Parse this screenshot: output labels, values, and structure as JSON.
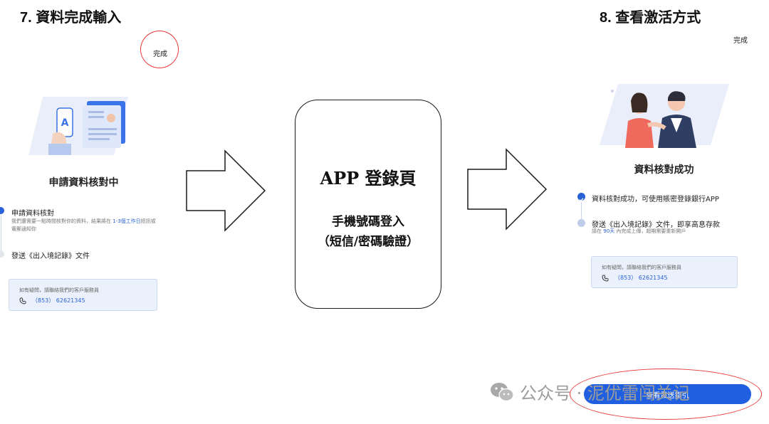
{
  "step7": {
    "title": "7. 資料完成輸入",
    "done_label": "完成",
    "status_title": "申請資料核對中",
    "timeline": [
      {
        "label": "申請資料核對",
        "desc_prefix": "我們還需要一點時間核對你的資料，結果將在 ",
        "desc_highlight": "1-3個工作日",
        "desc_suffix": "短訊或電郵通知你"
      },
      {
        "label": "發送《出入境記錄》文件"
      }
    ],
    "contact": {
      "label": "如有疑問，請聯絡我們的客戶服務員",
      "phone": "（853）  62621345"
    }
  },
  "app": {
    "title": "APP 登錄頁",
    "line1": "手機號碼登入",
    "line2": "（短信/密碼驗證）"
  },
  "step8": {
    "title": "8. 查看激活方式",
    "done_label": "完成",
    "status_title": "資料核對成功",
    "timeline": [
      {
        "label": "資料核對成功，可使用賬密登錄銀行APP"
      },
      {
        "label": "發送《出入境記錄》文件，即享高息存款",
        "desc_prefix": "請在 ",
        "desc_highlight": "90天",
        "desc_suffix": " 內完成上傳，超期需要重新開戶"
      }
    ],
    "contact": {
      "label": "如有疑問，請聯絡我們的客戶服務員",
      "phone": "（853）  62621345"
    },
    "guide_button": "查看發送指引"
  },
  "watermark": {
    "text": "公众号 · 泥优雷闯关记"
  },
  "colors": {
    "accent": "#1f5fe0",
    "annotation": "#e63a3a",
    "contact_bg": "#eaf1fc"
  },
  "icons": [
    "phone-icon",
    "check-icon",
    "wechat-icon",
    "arrow-right-icon"
  ]
}
